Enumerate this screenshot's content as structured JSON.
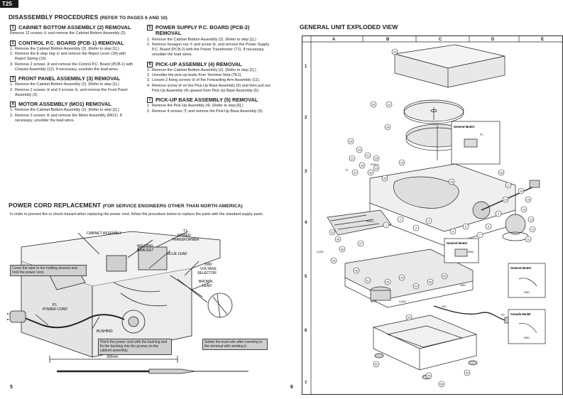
{
  "model": "T25",
  "left_page": {
    "title": "DISASSEMBLY PROCEDURES",
    "title_sub": "(REFER TO PAGES 6 AND 10)",
    "sections_left": [
      {
        "num": "1",
        "title": "CABINET BOTTOM ASSEMBLY (2) REMOVAL",
        "intro": "Remove 12 screws ① and remove the Cabinet Bottom Assembly (2).",
        "steps": []
      },
      {
        "num": "2",
        "title": "CONTROL P.C. BOARD (PCB-1) REMOVAL",
        "intro": "",
        "steps": [
          "Remove the Cabinet Bottom Assembly (2). (Refer to step [1].)",
          "Remove the E-stop ring ② and remove the Reject Lever (18) with Reject Spring (19).",
          "Remove 2 screws ③ and remove the Control P.C. Board (PCB-1) with Chassis Assembly (12). If necessary, unsolder the lead wires."
        ]
      },
      {
        "num": "3",
        "title": "FRONT PANEL ASSEMBLY (3) REMOVAL",
        "intro": "",
        "steps": [
          "Remove the Cabinet Bottom Assembly (2). (Refer to step [1].)",
          "Remove 2 screws ④ and 3 screws ⑤, and remove the Front Panel Assembly (3)."
        ]
      },
      {
        "num": "4",
        "title": "MOTOR ASSEMBLY (MO1) REMOVAL",
        "intro": "",
        "steps": [
          "Remove the Cabinet Bottom Assembly (2). (Refer to step [1].)",
          "Remove 3 screws ⑥ and remove the Motor Assembly (MO1). If necessary, unsolder the lead wires."
        ]
      }
    ],
    "sections_right": [
      {
        "num": "5",
        "title": "POWER SUPPLY P.C. BOARD (PCB-2) REMOVAL",
        "intro": "",
        "steps": [
          "Remove the Cabinet Bottom Assembly (2). (Refer to step [1].)",
          "Remove hexagon nut ⑦ and screw ⑧, and remove the Power Supply P.C. Board (PCB-2) with the Power Transformer (T1). If necessary, unsolder the lead wires."
        ]
      },
      {
        "num": "6",
        "title": "PICK-UP ASSEMBLY (4) REMOVAL",
        "intro": "",
        "steps": [
          "Remove the Cabinet Bottom Assembly (2). (Refer to step [1].)",
          "Unsolder the pick-up leads from Terminal Strip (TE1).",
          "Loosen 2 fixing screws ⑨ of the Forwarding Arm Assembly (11).",
          "Remove screw ⑩ on the Pick-Up Base Assembly (5) and then pull out Pick-Up Assembly (4) upward from Pick-Up Base Assembly (5)."
        ]
      },
      {
        "num": "7",
        "title": "PICK-UP BASE ASSEMBLY (5) REMOVAL",
        "intro": "",
        "steps": [
          "Remove the Pick-Up Assembly (4). (Refer to step [6].)",
          "Remove 4 screws ⑪ and remove the Pick-Up Base Assembly (5)."
        ]
      }
    ],
    "power_cord": {
      "title": "POWER CORD REPLACEMENT",
      "title_sub": "(FOR SERVICE ENGINEERS OTHER THAN NORTH AMERICA)",
      "intro": "In order to prevent fire or shock hazard when replacing the power cord, follow the procedure below to replace the parts with the standard supply parts.",
      "labels": {
        "cabinet": "CABINET ASSEMBLY",
        "t1": "T1",
        "power": "POWER",
        "transformer": "TRANSFORMER",
        "holding": "HOLDING",
        "bracket": "BRACKET",
        "blue_lead": "BLUE LEAD",
        "sw2": "SW2",
        "voltage": "VOLTAGE",
        "selector": "SELECTOR",
        "brown": "BROWN",
        "lead": "LEAD",
        "p1": "P1",
        "power_cord": "POWER CORD",
        "bushing": "BUSHING",
        "dim": "300mm"
      },
      "notes": {
        "cover": "Cover the tube to the holding bracket and hold the power cord.",
        "pinch": "Pinch the power cord with the bushing and fix the bushing into the groove on the cabinet assembly.",
        "solder": "Solder the lead wire after inserting to the terminal with winding it."
      }
    },
    "page_number": "5"
  },
  "right_page": {
    "title": "GENERAL UNIT EXPLODED VIEW",
    "columns": [
      "A",
      "B",
      "C",
      "D",
      "E"
    ],
    "rows": [
      "1",
      "2",
      "3",
      "4",
      "5",
      "6",
      "7"
    ],
    "labels": {
      "general_model": "General Model",
      "canada_model": "Canada Model",
      "pcb2": "PCB-2",
      "pcb1": "PCB-1",
      "p1": "P1",
      "p2": "P2",
      "sw1": "SW1",
      "sw2": "SW2",
      "lug1": "LUG1",
      "lug2": "LUG2",
      "mo1": "MO1",
      "te1": "TE1",
      "t1": "T1"
    },
    "part_numbers": [
      "23",
      "30",
      "31",
      "26",
      "25",
      "20",
      "24",
      "22",
      "21",
      "35",
      "34",
      "33",
      "37",
      "32",
      "28",
      "19",
      "18",
      "17",
      "16",
      "15",
      "14",
      "13",
      "12",
      "11",
      "10",
      "9",
      "8",
      "7",
      "6",
      "5",
      "4",
      "3",
      "2",
      "1",
      "27",
      "29",
      "36",
      "38",
      "39",
      "40",
      "41",
      "42",
      "43",
      "44",
      "45",
      "50",
      "51",
      "52",
      "53",
      "54",
      "55"
    ],
    "page_number": "6"
  }
}
